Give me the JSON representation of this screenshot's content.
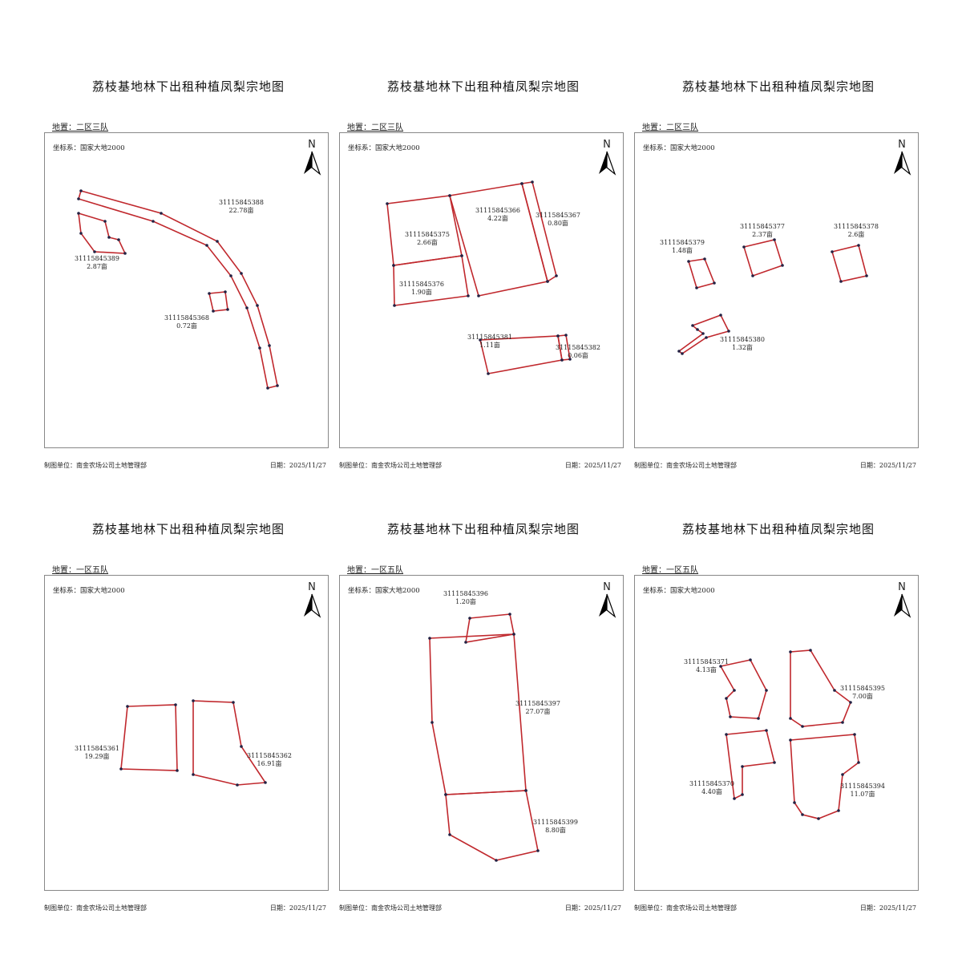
{
  "common": {
    "title": "荔枝基地林下出租种植凤梨宗地图",
    "crs": "坐标系：国家大地2000",
    "unit": "制图单位：南金农场公司土地管理部",
    "date": "日期：2025/11/27",
    "north": "N",
    "line_color": "#c0282d",
    "vertex_color": "#222244"
  },
  "panels": [
    {
      "location": "地置：二区三队",
      "parcels": [
        {
          "id": "31115845388",
          "area": "22.78亩"
        },
        {
          "id": "31115845389",
          "area": "2.87亩"
        },
        {
          "id": "31115845368",
          "area": "0.72亩"
        }
      ]
    },
    {
      "location": "地置：二区三队",
      "parcels": [
        {
          "id": "31115845366",
          "area": "4.22亩"
        },
        {
          "id": "31115845367",
          "area": "0.80亩"
        },
        {
          "id": "31115845375",
          "area": "2.66亩"
        },
        {
          "id": "31115845376",
          "area": "1.90亩"
        },
        {
          "id": "31115845381",
          "area": "1.11亩"
        },
        {
          "id": "31115845382",
          "area": "0.06亩"
        }
      ]
    },
    {
      "location": "地置：二区三队",
      "parcels": [
        {
          "id": "31115845377",
          "area": "2.37亩"
        },
        {
          "id": "31115845378",
          "area": "2.6亩"
        },
        {
          "id": "31115845379",
          "area": "1.48亩"
        },
        {
          "id": "31115845380",
          "area": "1.32亩"
        }
      ]
    },
    {
      "location": "地置：一区五队",
      "parcels": [
        {
          "id": "31115845361",
          "area": "19.29亩"
        },
        {
          "id": "31115845362",
          "area": "16.91亩"
        }
      ]
    },
    {
      "location": "地置：一区五队",
      "parcels": [
        {
          "id": "31115845396",
          "area": "1.20亩"
        },
        {
          "id": "31115845397",
          "area": "27.07亩"
        },
        {
          "id": "31115845399",
          "area": "8.80亩"
        }
      ]
    },
    {
      "location": "地置：一区五队",
      "parcels": [
        {
          "id": "31115845371",
          "area": "4.13亩"
        },
        {
          "id": "31115845395",
          "area": "7.00亩"
        },
        {
          "id": "31115845370",
          "area": "4.40亩"
        },
        {
          "id": "31115845394",
          "area": "11.07亩"
        }
      ]
    }
  ]
}
